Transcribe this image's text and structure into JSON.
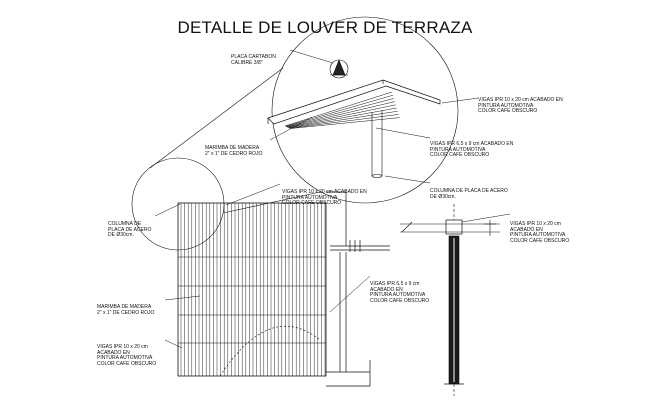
{
  "title": "DETALLE DE LOUVER DE TERRAZA",
  "labels": {
    "placa": [
      "PLACA CARTABON",
      "CALIBRE 3/8\""
    ],
    "vigas_top": [
      "VIGAS IPR 10 x 20 cm ACABADO EN",
      "PINTURA AUTOMOTIVA",
      "COLOR CAFE OBSCURO"
    ],
    "marimba_top": [
      "MARIMBA DE MADERA",
      "2\" x 1\" DE CEDRO ROJO"
    ],
    "vigas_mid": [
      "VIGAS IPR 6.5 x 9 cm ACABADO EN",
      "PINTURA AUTOMOTIVA",
      "COLOR CAFE OBSCURO"
    ],
    "columna_top": [
      "COLUMNA DE PLACA DE ACERO",
      "DE Ø30cm."
    ],
    "vigas_plan": [
      "VIGAS IPR 10 x 20 cm ACABADO EN",
      "PINTURA AUTOMOTIVA",
      "COLOR CAFE OBSCURO"
    ],
    "columna_left": [
      "COLUMNA DE",
      "PLACA DE ACERO",
      "DE Ø30cm."
    ],
    "vigas_right": [
      "VIGAS IPR 10 x 20 cm",
      "ACABADO EN",
      "PINTURA AUTOMOTIVA",
      "COLOR CAFE OBSCURO"
    ],
    "vigas_small": [
      "VIGAS IPR 6.5 x 9 cm",
      "ACABADO EN",
      "PINTURA AUTOMOTIVA",
      "COLOR CAFE OBSCURO"
    ],
    "marimba_left": [
      "MARIMBA DE MADERA",
      "2\" x 1\" DE CEDRO ROJO"
    ],
    "vigas_bottom": [
      "VIGAS IPR 10 x 20 cm",
      "ACABADO EN",
      "PINTURA AUTOMOTIVA",
      "COLOR CAFE OBSCURO"
    ]
  },
  "colors": {
    "ink": "#111111",
    "background": "#ffffff"
  }
}
